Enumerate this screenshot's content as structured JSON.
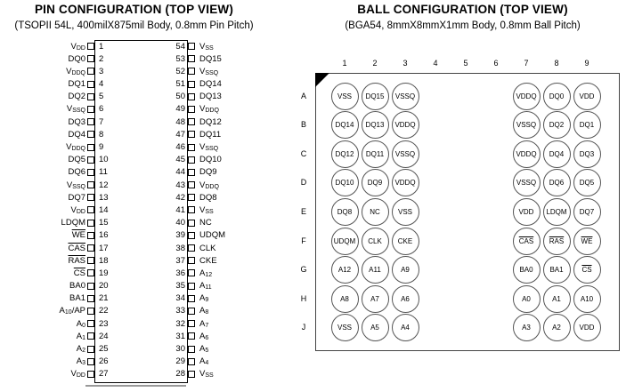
{
  "colors": {
    "text": "#000000",
    "background": "#ffffff",
    "package_border": "#000000",
    "bga_border": "#444444",
    "ball_border": "#555555",
    "shadow": "#999999",
    "corner_marker": "#000000"
  },
  "left_diagram": {
    "title": "PIN CONFIGURATION (TOP VIEW)",
    "subtitle": "(TSOPII 54L, 400milX875mil Body, 0.8mm Pin Pitch)",
    "left_pins": [
      {
        "num": 1,
        "label": "V_DD"
      },
      {
        "num": 2,
        "label": "DQ0"
      },
      {
        "num": 3,
        "label": "V_DDQ"
      },
      {
        "num": 4,
        "label": "DQ1"
      },
      {
        "num": 5,
        "label": "DQ2"
      },
      {
        "num": 6,
        "label": "V_SSQ"
      },
      {
        "num": 7,
        "label": "DQ3"
      },
      {
        "num": 8,
        "label": "DQ4"
      },
      {
        "num": 9,
        "label": "V_DDQ"
      },
      {
        "num": 10,
        "label": "DQ5"
      },
      {
        "num": 11,
        "label": "DQ6"
      },
      {
        "num": 12,
        "label": "V_SSQ"
      },
      {
        "num": 13,
        "label": "DQ7"
      },
      {
        "num": 14,
        "label": "V_DD"
      },
      {
        "num": 15,
        "label": "LDQM"
      },
      {
        "num": 16,
        "label": "~WE"
      },
      {
        "num": 17,
        "label": "~CAS"
      },
      {
        "num": 18,
        "label": "~RAS"
      },
      {
        "num": 19,
        "label": "~CS"
      },
      {
        "num": 20,
        "label": "BA0"
      },
      {
        "num": 21,
        "label": "BA1"
      },
      {
        "num": 22,
        "label": "A_10/AP"
      },
      {
        "num": 23,
        "label": "A_0"
      },
      {
        "num": 24,
        "label": "A_1"
      },
      {
        "num": 25,
        "label": "A_2"
      },
      {
        "num": 26,
        "label": "A_3"
      },
      {
        "num": 27,
        "label": "V_DD"
      }
    ],
    "right_pins": [
      {
        "num": 54,
        "label": "V_SS"
      },
      {
        "num": 53,
        "label": "DQ15"
      },
      {
        "num": 52,
        "label": "V_SSQ"
      },
      {
        "num": 51,
        "label": "DQ14"
      },
      {
        "num": 50,
        "label": "DQ13"
      },
      {
        "num": 49,
        "label": "V_DDQ"
      },
      {
        "num": 48,
        "label": "DQ12"
      },
      {
        "num": 47,
        "label": "DQ11"
      },
      {
        "num": 46,
        "label": "V_SSQ"
      },
      {
        "num": 45,
        "label": "DQ10"
      },
      {
        "num": 44,
        "label": "DQ9"
      },
      {
        "num": 43,
        "label": "V_DDQ"
      },
      {
        "num": 42,
        "label": "DQ8"
      },
      {
        "num": 41,
        "label": "V_SS"
      },
      {
        "num": 40,
        "label": "NC"
      },
      {
        "num": 39,
        "label": "UDQM"
      },
      {
        "num": 38,
        "label": "CLK"
      },
      {
        "num": 37,
        "label": "CKE"
      },
      {
        "num": 36,
        "label": "A_12"
      },
      {
        "num": 35,
        "label": "A_11"
      },
      {
        "num": 34,
        "label": "A_9"
      },
      {
        "num": 33,
        "label": "A_8"
      },
      {
        "num": 32,
        "label": "A_7"
      },
      {
        "num": 31,
        "label": "A_6"
      },
      {
        "num": 30,
        "label": "A_5"
      },
      {
        "num": 29,
        "label": "A_4"
      },
      {
        "num": 28,
        "label": "V_SS"
      }
    ]
  },
  "right_diagram": {
    "title": "BALL CONFIGURATION (TOP VIEW)",
    "subtitle": "(BGA54, 8mmX8mmX1mm Body, 0.8mm Ball Pitch)",
    "column_labels": [
      "1",
      "2",
      "3",
      "4",
      "5",
      "6",
      "7",
      "8",
      "9"
    ],
    "row_labels": [
      "A",
      "B",
      "C",
      "D",
      "E",
      "F",
      "G",
      "H",
      "J"
    ],
    "balls": [
      {
        "row": "A",
        "col": 1,
        "label": "VSS"
      },
      {
        "row": "A",
        "col": 2,
        "label": "DQ15"
      },
      {
        "row": "A",
        "col": 3,
        "label": "VSSQ"
      },
      {
        "row": "A",
        "col": 7,
        "label": "VDDQ"
      },
      {
        "row": "A",
        "col": 8,
        "label": "DQ0"
      },
      {
        "row": "A",
        "col": 9,
        "label": "VDD"
      },
      {
        "row": "B",
        "col": 1,
        "label": "DQ14"
      },
      {
        "row": "B",
        "col": 2,
        "label": "DQ13"
      },
      {
        "row": "B",
        "col": 3,
        "label": "VDDQ"
      },
      {
        "row": "B",
        "col": 7,
        "label": "VSSQ"
      },
      {
        "row": "B",
        "col": 8,
        "label": "DQ2"
      },
      {
        "row": "B",
        "col": 9,
        "label": "DQ1"
      },
      {
        "row": "C",
        "col": 1,
        "label": "DQ12"
      },
      {
        "row": "C",
        "col": 2,
        "label": "DQ11"
      },
      {
        "row": "C",
        "col": 3,
        "label": "VSSQ"
      },
      {
        "row": "C",
        "col": 7,
        "label": "VDDQ"
      },
      {
        "row": "C",
        "col": 8,
        "label": "DQ4"
      },
      {
        "row": "C",
        "col": 9,
        "label": "DQ3"
      },
      {
        "row": "D",
        "col": 1,
        "label": "DQ10"
      },
      {
        "row": "D",
        "col": 2,
        "label": "DQ9"
      },
      {
        "row": "D",
        "col": 3,
        "label": "VDDQ"
      },
      {
        "row": "D",
        "col": 7,
        "label": "VSSQ"
      },
      {
        "row": "D",
        "col": 8,
        "label": "DQ6"
      },
      {
        "row": "D",
        "col": 9,
        "label": "DQ5"
      },
      {
        "row": "E",
        "col": 1,
        "label": "DQ8"
      },
      {
        "row": "E",
        "col": 2,
        "label": "NC"
      },
      {
        "row": "E",
        "col": 3,
        "label": "VSS"
      },
      {
        "row": "E",
        "col": 7,
        "label": "VDD"
      },
      {
        "row": "E",
        "col": 8,
        "label": "LDQM"
      },
      {
        "row": "E",
        "col": 9,
        "label": "DQ7"
      },
      {
        "row": "F",
        "col": 1,
        "label": "UDQM"
      },
      {
        "row": "F",
        "col": 2,
        "label": "CLK"
      },
      {
        "row": "F",
        "col": 3,
        "label": "CKE"
      },
      {
        "row": "F",
        "col": 7,
        "label": "~CAS"
      },
      {
        "row": "F",
        "col": 8,
        "label": "~RAS"
      },
      {
        "row": "F",
        "col": 9,
        "label": "~WE"
      },
      {
        "row": "G",
        "col": 1,
        "label": "A12"
      },
      {
        "row": "G",
        "col": 2,
        "label": "A11"
      },
      {
        "row": "G",
        "col": 3,
        "label": "A9"
      },
      {
        "row": "G",
        "col": 7,
        "label": "BA0"
      },
      {
        "row": "G",
        "col": 8,
        "label": "BA1"
      },
      {
        "row": "G",
        "col": 9,
        "label": "~CS"
      },
      {
        "row": "H",
        "col": 1,
        "label": "A8"
      },
      {
        "row": "H",
        "col": 2,
        "label": "A7"
      },
      {
        "row": "H",
        "col": 3,
        "label": "A6"
      },
      {
        "row": "H",
        "col": 7,
        "label": "A0"
      },
      {
        "row": "H",
        "col": 8,
        "label": "A1"
      },
      {
        "row": "H",
        "col": 9,
        "label": "A10"
      },
      {
        "row": "J",
        "col": 1,
        "label": "VSS"
      },
      {
        "row": "J",
        "col": 2,
        "label": "A5"
      },
      {
        "row": "J",
        "col": 3,
        "label": "A4"
      },
      {
        "row": "J",
        "col": 7,
        "label": "A3"
      },
      {
        "row": "J",
        "col": 8,
        "label": "A2"
      },
      {
        "row": "J",
        "col": 9,
        "label": "VDD"
      }
    ]
  }
}
